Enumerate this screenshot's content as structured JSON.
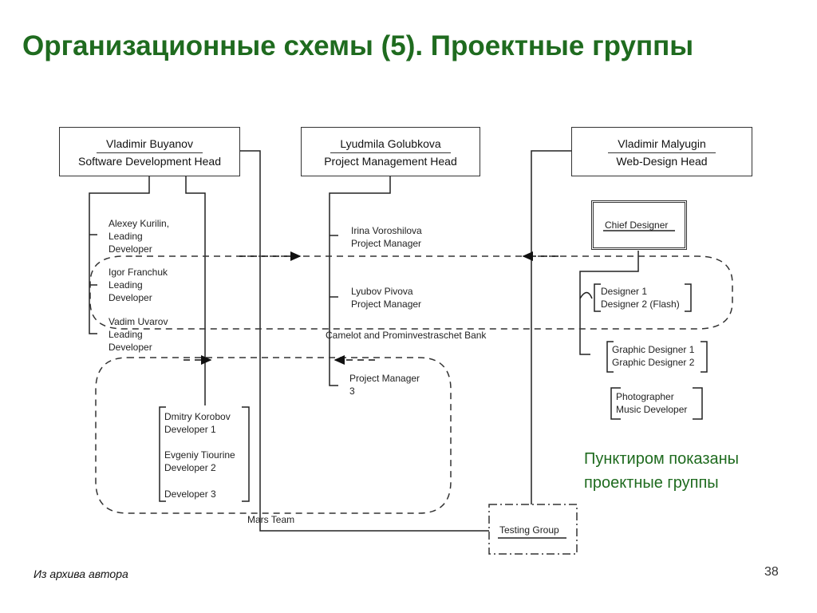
{
  "title": "Организационные схемы (5). Проектные группы",
  "heads": {
    "software": {
      "name": "Vladimir Buyanov",
      "role": "Software Development Head"
    },
    "project": {
      "name": "Lyudmila Golubkova",
      "role": "Project Management Head"
    },
    "webdesign": {
      "name": "Vladimir Malyugin",
      "role": "Web-Design Head"
    }
  },
  "developers_left": {
    "kurilin": [
      "Alexey Kurilin,",
      "Leading",
      "Developer"
    ],
    "franchuk": [
      "Igor Franchuk",
      "Leading",
      "Developer"
    ],
    "uvarov": [
      "Vadim Uvarov",
      "Leading",
      "Developer"
    ]
  },
  "developers_bottom": {
    "korobov": [
      "Dmitry Korobov",
      "Developer 1"
    ],
    "tiourine": [
      "Evgeniy Tiourine",
      "Developer 2"
    ],
    "dev3": "Developer 3"
  },
  "managers": {
    "voroshilova": [
      "Irina Voroshilova",
      "Project Manager"
    ],
    "pivova": [
      "Lyubov Pivova",
      "Project Manager"
    ],
    "pm3": [
      "Project Manager",
      "3"
    ]
  },
  "design": {
    "chief": "Chief Designer",
    "designers": [
      "Designer 1",
      "Designer 2 (Flash)"
    ],
    "graphic": [
      "Graphic Designer 1",
      "Graphic Designer 2"
    ],
    "media": [
      "Photographer",
      "Music Developer"
    ]
  },
  "groups": {
    "camelot": "Camelot and  Prominvestraschet Bank",
    "mars": "Mars Team",
    "testing": "Testing Group"
  },
  "note": [
    "Пунктиром показаны",
    "проектные группы"
  ],
  "source": "Из архива автора",
  "page_number": "38",
  "colors": {
    "title": "#1f6b1f",
    "note": "#1f6b1f",
    "lines": "#333333"
  }
}
